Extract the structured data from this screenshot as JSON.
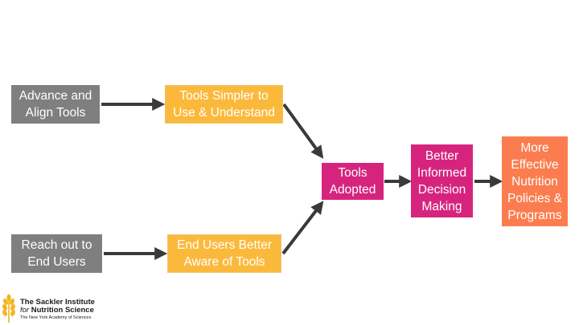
{
  "nodes": {
    "advance": "Advance and\nAlign Tools",
    "reach": "Reach out to\nEnd Users",
    "simpler": "Tools Simpler to\nUse & Understand",
    "aware": "End Users Better\nAware of Tools",
    "adopted": "Tools\nAdopted",
    "better": "Better\nInformed\nDecision\nMaking",
    "effective": "More\nEffective\nNutrition\nPolicies &\nPrograms"
  },
  "logo": {
    "line1": "The Sackler Institute",
    "line2_for": "for",
    "line2_rest": " Nutrition Science",
    "line3": "The New York Academy of Sciences"
  },
  "colors": {
    "gray": "#7f7f7f",
    "yellow": "#fbb93c",
    "magenta": "#d6247e",
    "orange": "#fb7d4f",
    "arrow": "#3a3a3a",
    "wheat": "#f2b51c"
  }
}
